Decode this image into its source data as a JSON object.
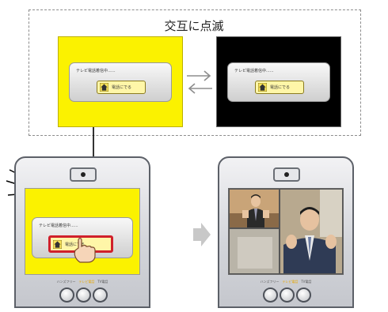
{
  "title": "交互に点滅",
  "dialog": {
    "message": "テレビ電話着信中......",
    "button_label": "電話にでる"
  },
  "tablet_status": [
    "ハンズフリー",
    "テレビ電話",
    "TV電話"
  ],
  "colors": {
    "highlight_yellow": "#fbf200",
    "black": "#000000",
    "tap_ring": "#d0202a",
    "frame_dash": "#8c8c8c",
    "arrow_gray": "#c8c8c8"
  },
  "icons": [
    "house-icon",
    "swap-arrows-icon",
    "hand-cursor-icon",
    "camera-icon",
    "right-arrow-icon"
  ]
}
